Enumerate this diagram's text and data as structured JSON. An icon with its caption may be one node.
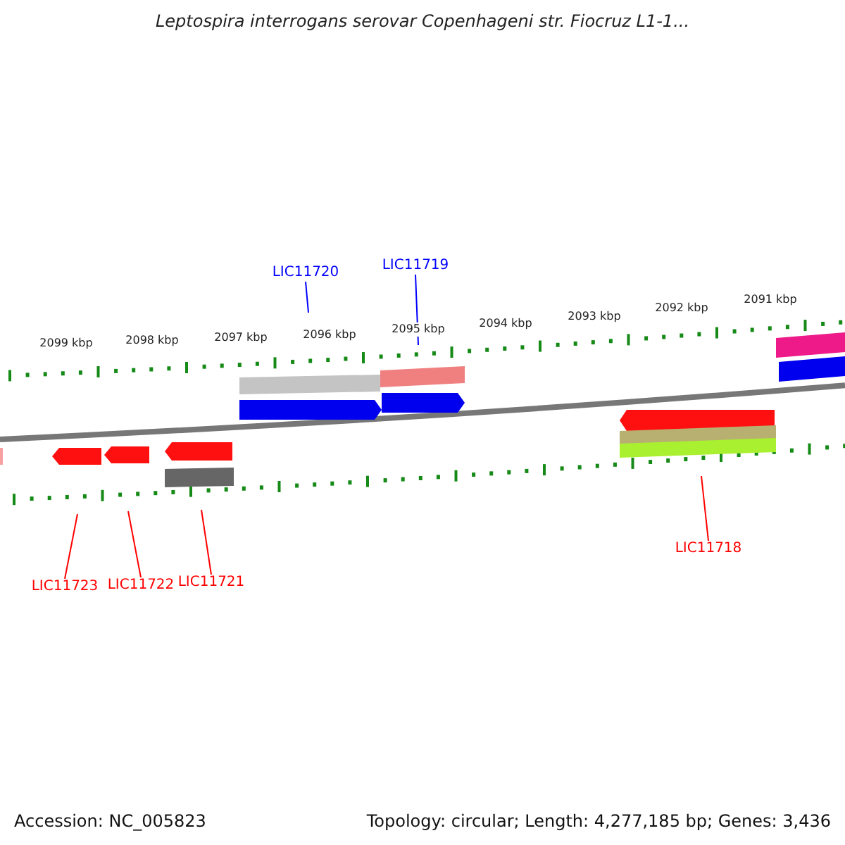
{
  "diagram": {
    "title": "Leptospira interrogans serovar Copenhageni str. Fiocruz L1-1...",
    "nodes": [
      {
        "text": [
          "LIC11720"
        ]
      },
      {
        "text": [
          "LIC11719"
        ]
      },
      {
        "text": [
          "LIC11723"
        ]
      },
      {
        "text": [
          "LIC11722"
        ]
      },
      {
        "text": [
          "LIC11721"
        ]
      },
      {
        "text": [
          "LIC11718"
        ]
      },
      {
        "text": [],
        "shape": "picture"
      }
    ],
    "edges": [
      {
        "from": 0,
        "to": 6,
        "arrow": "none",
        "color": "#0000ff"
      },
      {
        "from": 1,
        "to": 6,
        "arrow": "none",
        "color": "#0000ff"
      },
      {
        "from": 2,
        "to": 6,
        "arrow": "none"
      },
      {
        "from": 3,
        "to": 6,
        "arrow": "none"
      },
      {
        "from": 4,
        "to": 6,
        "arrow": "none"
      },
      {
        "from": 5,
        "to": 6,
        "arrow": "none"
      }
    ],
    "labels": [
      "2099 kbp",
      "2098 kbp",
      "2097 kbp",
      "2096 kbp",
      "2095 kbp",
      "2094 kbp",
      "2093 kbp",
      "2092 kbp",
      "2091 kbp",
      "Accession: NC_005823",
      "Topology: circular; Length: 4,277,185 bp; Genes: 3,436"
    ]
  }
}
